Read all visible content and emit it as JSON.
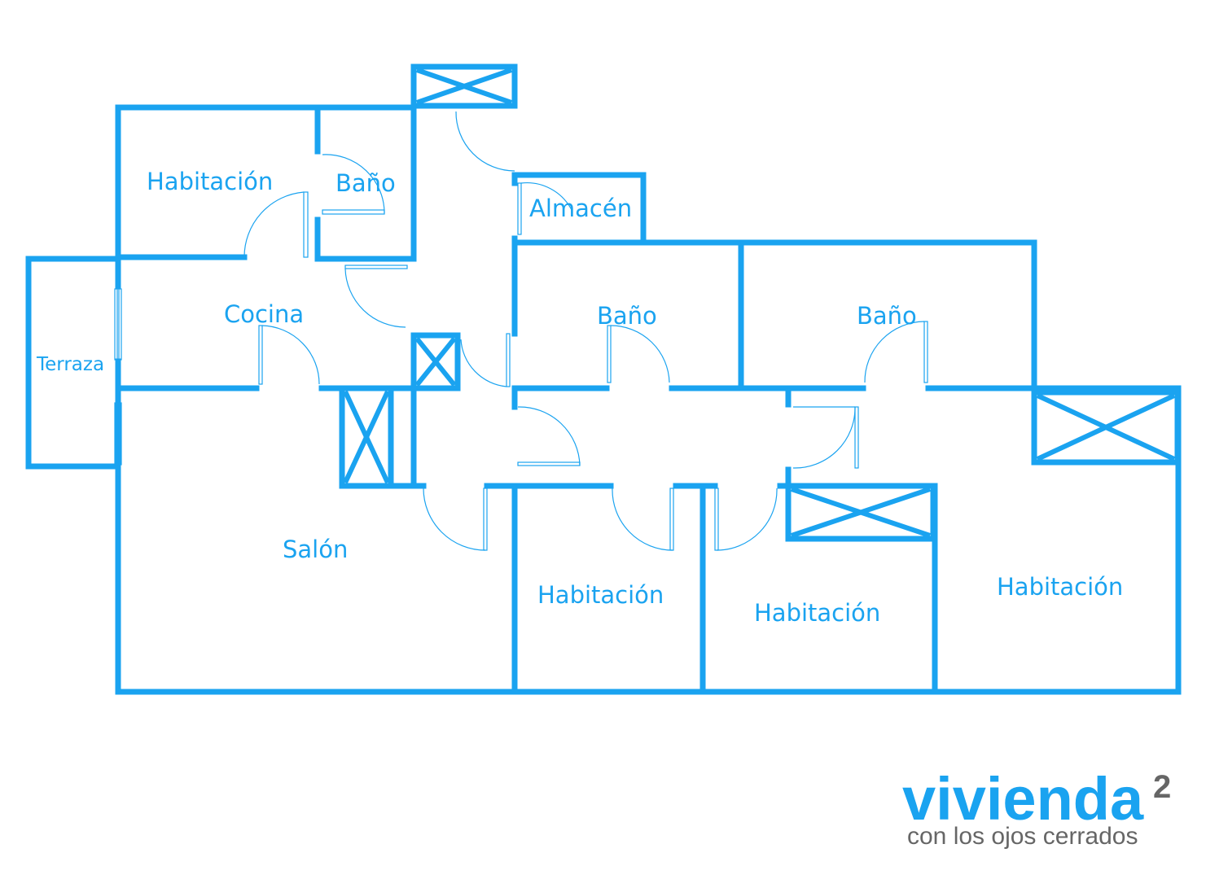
{
  "colors": {
    "wall": "#1aa3f0",
    "door": "#1aa3f0",
    "label": "#1aa3f0",
    "logo_blue": "#1aa3f0",
    "logo_grey": "#666666"
  },
  "rooms": [
    {
      "id": "habitacion-1",
      "label": "Habitación"
    },
    {
      "id": "bano-1",
      "label": "Baño"
    },
    {
      "id": "almacen",
      "label": "Almacén"
    },
    {
      "id": "cocina",
      "label": "Cocina"
    },
    {
      "id": "terraza",
      "label": "Terraza"
    },
    {
      "id": "bano-2",
      "label": "Baño"
    },
    {
      "id": "bano-3",
      "label": "Baño"
    },
    {
      "id": "salon",
      "label": "Salón"
    },
    {
      "id": "habitacion-2",
      "label": "Habitación"
    },
    {
      "id": "habitacion-3",
      "label": "Habitación"
    },
    {
      "id": "habitacion-4",
      "label": "Habitación"
    }
  ],
  "logo": {
    "word": "vivienda",
    "superscript": "2",
    "tagline": "con los ojos cerrados"
  }
}
